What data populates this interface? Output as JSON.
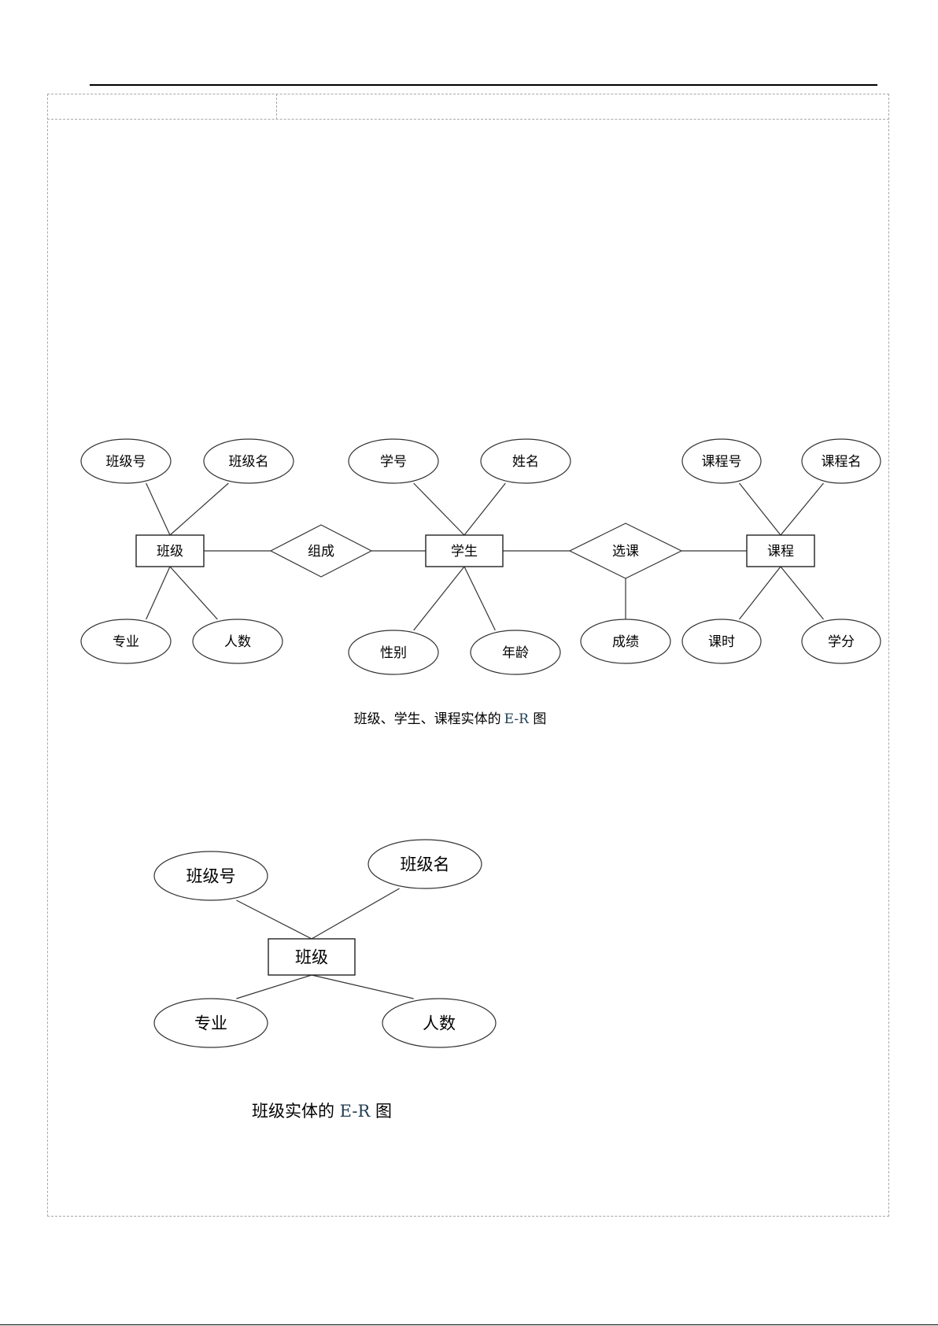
{
  "diagrams": [
    {
      "id": "full",
      "caption": {
        "prefix": "班级、学生、课程实体的",
        "er": "E-R",
        "suffix": " 图"
      },
      "entities": [
        {
          "key": "class",
          "label": "班级"
        },
        {
          "key": "student",
          "label": "学生"
        },
        {
          "key": "course",
          "label": "课程"
        }
      ],
      "relationships": [
        {
          "key": "compose",
          "label": "组成"
        },
        {
          "key": "select",
          "label": "选课"
        }
      ],
      "attributes": [
        {
          "key": "class-no",
          "label": "班级号"
        },
        {
          "key": "class-name",
          "label": "班级名"
        },
        {
          "key": "major",
          "label": "专业"
        },
        {
          "key": "count",
          "label": "人数"
        },
        {
          "key": "student-no",
          "label": "学号"
        },
        {
          "key": "student-name",
          "label": "姓名"
        },
        {
          "key": "gender",
          "label": "性别"
        },
        {
          "key": "age",
          "label": "年龄"
        },
        {
          "key": "grade",
          "label": "成绩"
        },
        {
          "key": "course-no",
          "label": "课程号"
        },
        {
          "key": "course-name",
          "label": "课程名"
        },
        {
          "key": "hours",
          "label": "课时"
        },
        {
          "key": "credit",
          "label": "学分"
        }
      ],
      "edges": [
        [
          "class-no",
          "class"
        ],
        [
          "class-name",
          "class"
        ],
        [
          "major",
          "class"
        ],
        [
          "count",
          "class"
        ],
        [
          "class",
          "compose"
        ],
        [
          "compose",
          "student"
        ],
        [
          "student-no",
          "student"
        ],
        [
          "student-name",
          "student"
        ],
        [
          "gender",
          "student"
        ],
        [
          "age",
          "student"
        ],
        [
          "student",
          "select"
        ],
        [
          "select",
          "course"
        ],
        [
          "select",
          "grade"
        ],
        [
          "course-no",
          "course"
        ],
        [
          "course-name",
          "course"
        ],
        [
          "hours",
          "course"
        ],
        [
          "credit",
          "course"
        ]
      ]
    },
    {
      "id": "class",
      "caption": {
        "prefix": "班级实体的 ",
        "er": "E-R",
        "suffix": " 图"
      },
      "entities": [
        {
          "key": "class",
          "label": "班级"
        }
      ],
      "relationships": [],
      "attributes": [
        {
          "key": "class-no",
          "label": "班级号"
        },
        {
          "key": "class-name",
          "label": "班级名"
        },
        {
          "key": "major",
          "label": "专业"
        },
        {
          "key": "count",
          "label": "人数"
        }
      ],
      "edges": [
        [
          "class-no",
          "class"
        ],
        [
          "class-name",
          "class"
        ],
        [
          "major",
          "class"
        ],
        [
          "count",
          "class"
        ]
      ]
    }
  ]
}
